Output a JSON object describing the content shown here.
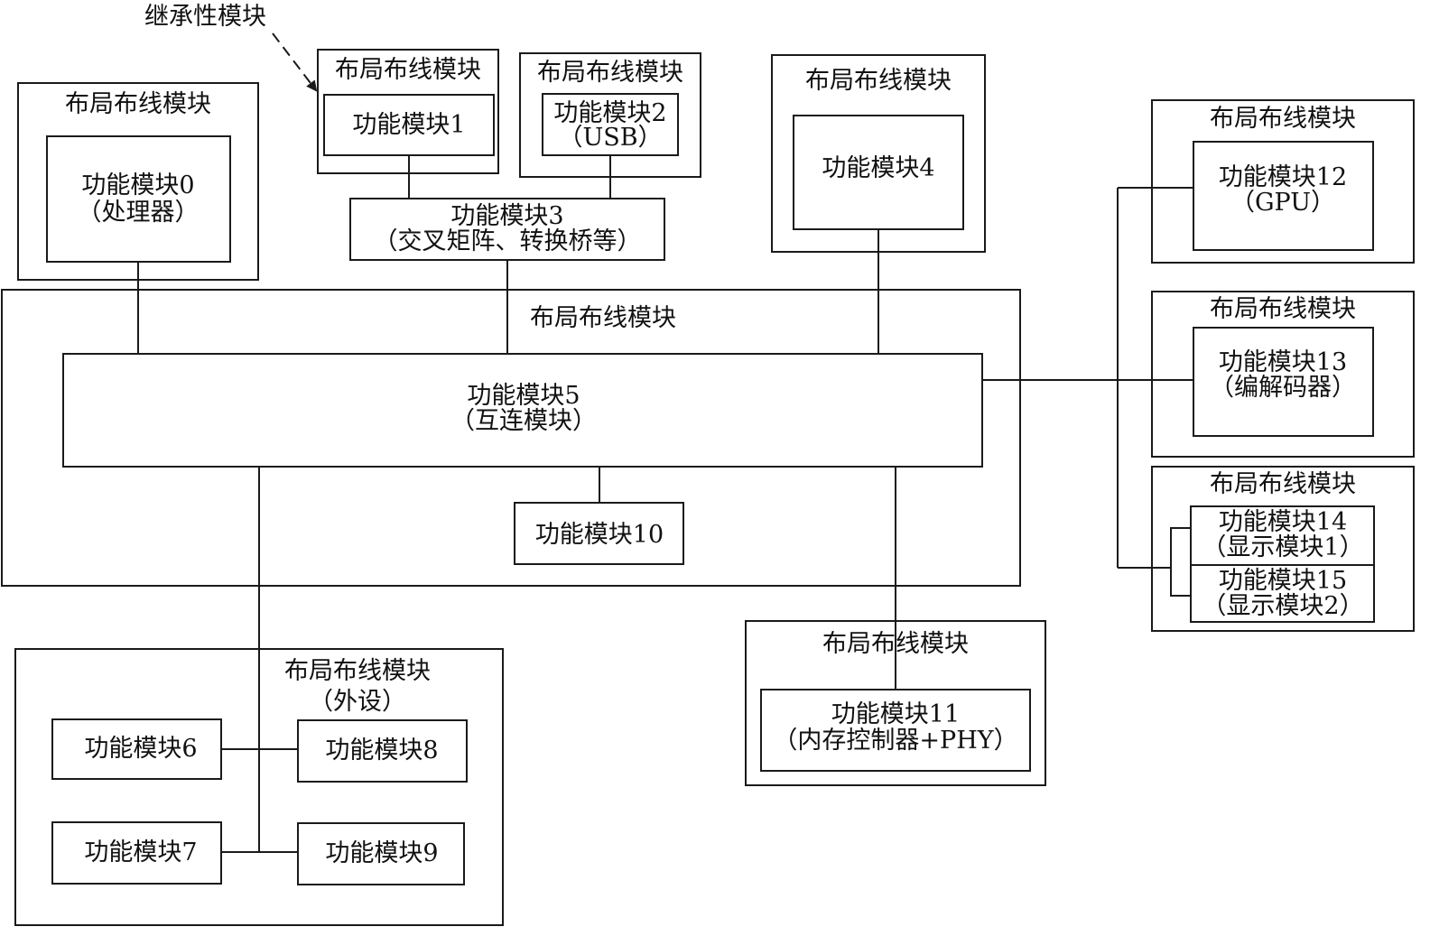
{
  "annotation": "继承性模块",
  "blocks": {
    "b0": {
      "title": "布局布线模块",
      "func": "功能模块0",
      "sub": "（处理器）"
    },
    "b1": {
      "title": "布局布线模块",
      "func": "功能模块1"
    },
    "b2": {
      "title": "布局布线模块",
      "func": "功能模块2",
      "sub": "（USB）"
    },
    "m3": {
      "func": "功能模块3",
      "sub": "（交叉矩阵、转换桥等）"
    },
    "b4": {
      "title": "布局布线模块",
      "func": "功能模块4"
    },
    "b5": {
      "title": "布局布线模块",
      "func": "功能模块5",
      "sub": "（互连模块）",
      "inner": "功能模块10"
    },
    "periph": {
      "title": "布局布线模块",
      "sub": "（外设）",
      "f6": "功能模块6",
      "f7": "功能模块7",
      "f8": "功能模块8",
      "f9": "功能模块9"
    },
    "b11": {
      "title": "布局布线模块",
      "func": "功能模块11",
      "sub": "（内存控制器+PHY）"
    },
    "b12": {
      "title": "布局布线模块",
      "func": "功能模块12",
      "sub": "（GPU）"
    },
    "b13": {
      "title": "布局布线模块",
      "func": "功能模块13",
      "sub": "（编解码器）"
    },
    "b1415": {
      "title": "布局布线模块",
      "f14": "功能模块14",
      "f14sub": "（显示模块1）",
      "f15": "功能模块15",
      "f15sub": "（显示模块2）"
    }
  }
}
